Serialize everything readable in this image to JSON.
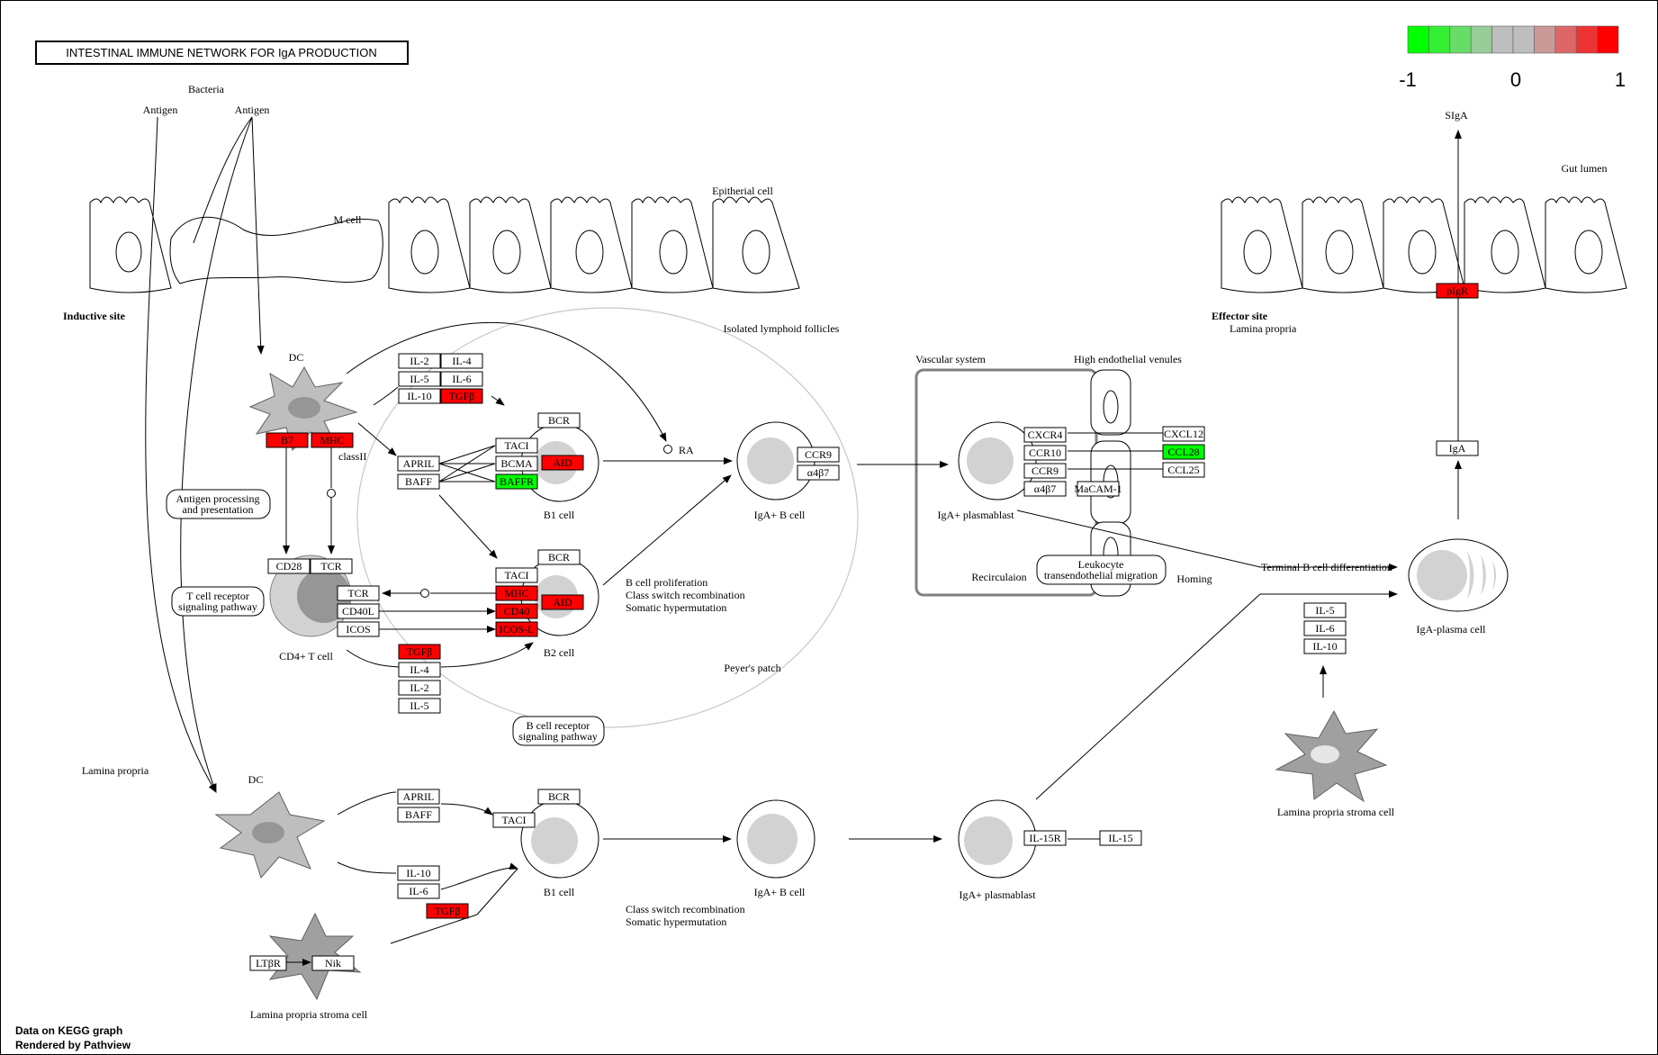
{
  "title": "INTESTINAL IMMUNE NETWORK FOR IgA PRODUCTION",
  "footer": {
    "line1": "Data on KEGG graph",
    "line2": "Rendered by Pathview"
  },
  "legend": {
    "min": "-1",
    "mid": "0",
    "max": "1",
    "colors": [
      "#00ff00",
      "#33ee33",
      "#66dd66",
      "#99cc99",
      "#bebebe",
      "#bebebe",
      "#cc9999",
      "#dd6666",
      "#ee3333",
      "#ff0000"
    ]
  },
  "colors": {
    "up": "#ff0000",
    "down": "#00ff00",
    "none": "#ffffff",
    "cell_gray": "#bebebe"
  },
  "labels": {
    "bacteria": "Bacteria",
    "antigen1": "Antigen",
    "antigen2": "Antigen",
    "m_cell": "M cell",
    "epithelial_cell": "Epitherial cell",
    "inductive_site": "Inductive site",
    "dc_top": "DC",
    "classII": "classII",
    "isolated_follicles": "Isolated lymphoid follicles",
    "ra": "RA",
    "b1_cell_top": "B1 cell",
    "iga_b_cell_top": "IgA+ B cell",
    "cd4_t_cell": "CD4+ T cell",
    "b2_cell": "B2 cell",
    "b_cell_prolif_1": "B cell proliferation",
    "b_cell_prolif_2": "Class switch recombination",
    "b_cell_prolif_3": "Somatic hypermutation",
    "peyers_patch": "Peyer's patch",
    "vascular_system": "Vascular system",
    "hev": "High endothelial venules",
    "iga_plasmablast_top": "IgA+ plasmablast",
    "recirculation": "Recirculaion",
    "homing": "Homing",
    "terminal_b": "Terminal B cell differentiation",
    "iga_plasma_cell": "IgA-plasma cell",
    "effector_site": "Effector site",
    "lamina_propria_right": "Lamina propria",
    "gut_lumen": "Gut lumen",
    "siga": "SIgA",
    "lamina_propria_left": "Lamina propria",
    "dc_bottom": "DC",
    "b1_cell_bottom": "B1 cell",
    "iga_b_cell_bottom": "IgA+ B cell",
    "iga_plasmablast_bottom": "IgA+ plasmablast",
    "class_switch_1": "Class switch recombination",
    "class_switch_2": "Somatic hypermutation",
    "lp_stroma_left": "Lamina propria stroma cell",
    "lp_stroma_right": "Lamina propria stroma cell"
  },
  "pathways": {
    "antigen_processing_1": "Antigen processing",
    "antigen_processing_2": "and presentation",
    "tcr_signaling_1": "T cell receptor",
    "tcr_signaling_2": "signaling pathway",
    "bcr_signaling_1": "B cell receptor",
    "bcr_signaling_2": "signaling pathway",
    "leukocyte_1": "Leukocyte",
    "leukocyte_2": "transendothelial migration"
  },
  "genes": {
    "il2_a": "IL-2",
    "il4_a": "IL-4",
    "il5_a": "IL-5",
    "il6_a": "IL-6",
    "il10_a": "IL-10",
    "tgfb_a": "TGFβ",
    "b7": "B7",
    "mhc_a": "MHC",
    "april_a": "APRIL",
    "baff_a": "BAFF",
    "bcr_a": "BCR",
    "taci_a": "TACI",
    "bcma": "BCMA",
    "baffr": "BAFFR",
    "aid_a": "AID",
    "ccr9_a": "CCR9",
    "a4b7_a": "α4β7",
    "cd28": "CD28",
    "tcr_a": "TCR",
    "tcr_b": "TCR",
    "cd40l": "CD40L",
    "icos": "ICOS",
    "bcr_b": "BCR",
    "taci_b": "TACI",
    "mhc_b": "MHC",
    "cd40": "CD40",
    "icosl": "ICOS-L",
    "aid_b": "AID",
    "tgfb_b": "TGFβ",
    "il4_b": "IL-4",
    "il2_b": "IL-2",
    "il5_b": "IL-5",
    "cxcr4": "CXCR4",
    "ccr10": "CCR10",
    "ccr9_b": "CCR9",
    "a4b7_b": "α4β7",
    "madcam": "MaCAM-1",
    "cxcl12": "CXCL12",
    "ccl28": "CCL28",
    "ccl25": "CCL25",
    "pigr": "pIgR",
    "iga": "IgA",
    "il5_c": "IL-5",
    "il6_c": "IL-6",
    "il10_c": "IL-10",
    "april_b": "APRIL",
    "baff_b": "BAFF",
    "bcr_c": "BCR",
    "taci_c": "TACI",
    "il10_b": "IL-10",
    "il6_b": "IL-6",
    "tgfb_c": "TGFβ",
    "il15r": "IL-15R",
    "il15": "IL-15",
    "ltbr": "LTβR",
    "nik": "Nik"
  }
}
